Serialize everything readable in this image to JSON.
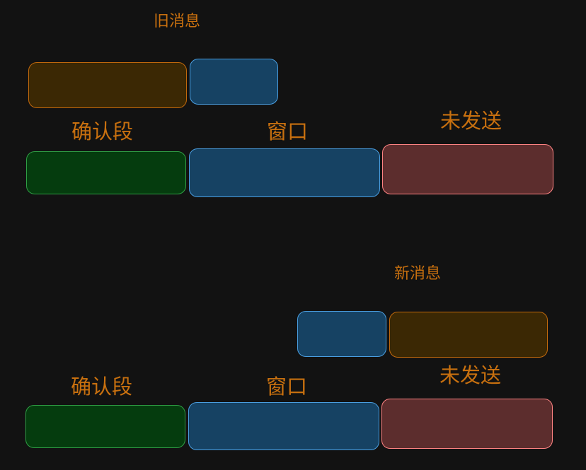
{
  "old_section": {
    "title": "旧消息",
    "labels": {
      "acked": "确认段",
      "window": "窗口",
      "unsent": "未发送"
    }
  },
  "new_section": {
    "title": "新消息",
    "labels": {
      "acked": "确认段",
      "window": "窗口",
      "unsent": "未发送"
    }
  },
  "colors": {
    "background": "#121212",
    "text": "#c8700f",
    "orange_fill": "#3b2804",
    "orange_stroke": "#c2690c",
    "blue_fill": "#164263",
    "blue_stroke": "#4a9ee0",
    "green_fill": "#053c0e",
    "green_stroke": "#2f9e44",
    "red_fill": "#5c2d2d",
    "red_stroke": "#ff8383"
  }
}
